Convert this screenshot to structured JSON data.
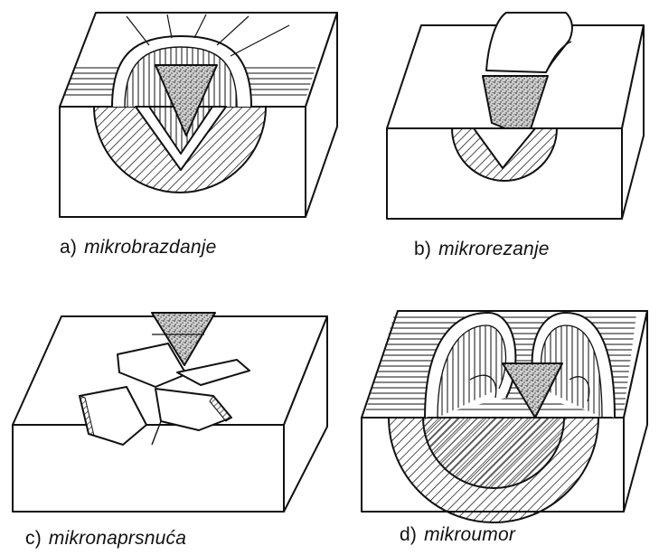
{
  "panels": [
    {
      "id": "a",
      "letter": "a)",
      "term": "mikrobrazdanje"
    },
    {
      "id": "b",
      "letter": "b)",
      "term": "mikrorezanje"
    },
    {
      "id": "c",
      "letter": "c)",
      "term": "mikronaprsnuća"
    },
    {
      "id": "d",
      "letter": "d)",
      "term": "mikroumor"
    }
  ],
  "colors": {
    "ink": "#111111",
    "block_face": "#ffffff",
    "hatch": "#222222",
    "abrasive_grain": "#8a8a8a"
  }
}
